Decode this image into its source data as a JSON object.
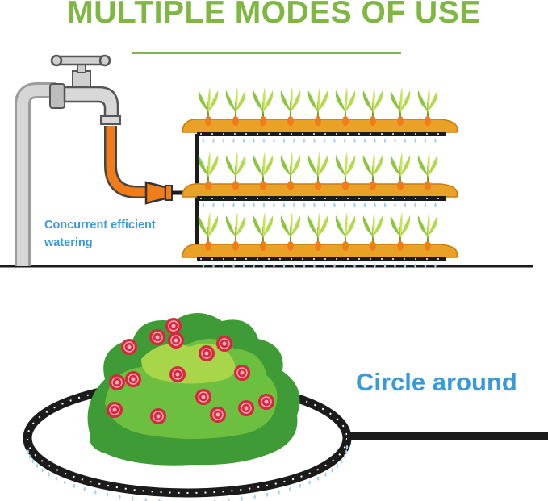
{
  "header": {
    "title": "MULTIPLE MODES OF USE"
  },
  "labels": {
    "concurrent_watering": "Concurrent efficient watering",
    "circle_around": "Circle around"
  },
  "colors": {
    "title_green": "#7fb742",
    "label_blue": "#3a9ad9",
    "pipe_orange": "#f07c1a",
    "faucet_gray": "#c9c9c9",
    "hose_black": "#1b1b1b",
    "soil_orange": "#e9a126",
    "plant_green": "#8cc63f",
    "bush_green": "#4fae3a",
    "rose_red": "#d8263c",
    "water_drop": "#9fd3f0"
  },
  "icons": {
    "faucet": "faucet-icon",
    "planter": "planter-bed-icon",
    "bush": "rose-bush-icon"
  }
}
